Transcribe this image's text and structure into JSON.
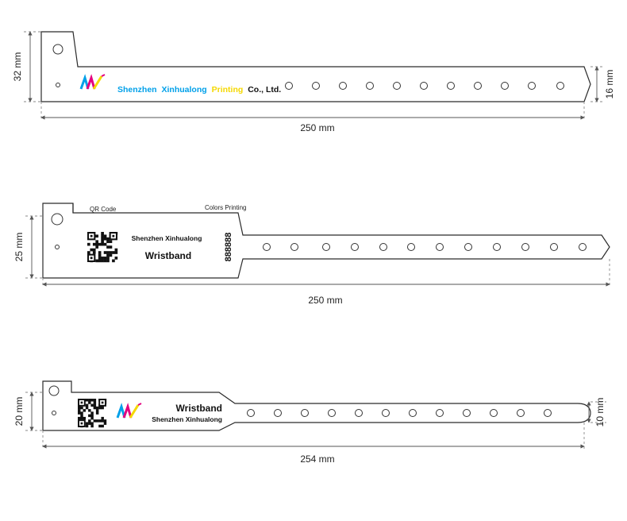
{
  "band1": {
    "dim_height": "32 mm",
    "dim_tail": "16 mm",
    "dim_length": "250 mm",
    "logo": {
      "word1": "Shenzhen",
      "word2": "Xinhualong",
      "word3": "Printing",
      "word4": "Co., Ltd.",
      "colors": {
        "cyan": "#00a0e9",
        "magenta": "#e4007f",
        "yellow": "#f5d800",
        "black": "#111111"
      }
    }
  },
  "band2": {
    "dim_height": "25 mm",
    "dim_length": "250 mm",
    "label_qr": "QR Code",
    "label_colors": "Colors Printing",
    "company": "Shenzhen Xinhualong",
    "title": "Wristband",
    "serial": "888888"
  },
  "band3": {
    "dim_height": "20 mm",
    "dim_tail": "10 mm",
    "dim_length": "254 mm",
    "title": "Wristband",
    "company": "Shenzhen Xinhualong"
  },
  "icons": [
    "qr-code-icon",
    "logo-mark-icon"
  ]
}
